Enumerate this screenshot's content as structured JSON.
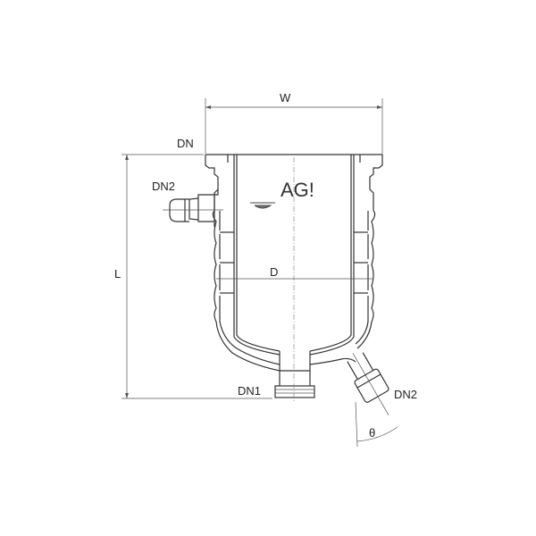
{
  "labels": {
    "width": "W",
    "flange": "DN",
    "side_nozzle_top": "DN2",
    "length": "L",
    "diameter": "D",
    "bottom_outlet": "DN1",
    "side_nozzle_bottom": "DN2",
    "angle": "θ"
  },
  "logo": {
    "text": "AG!"
  }
}
